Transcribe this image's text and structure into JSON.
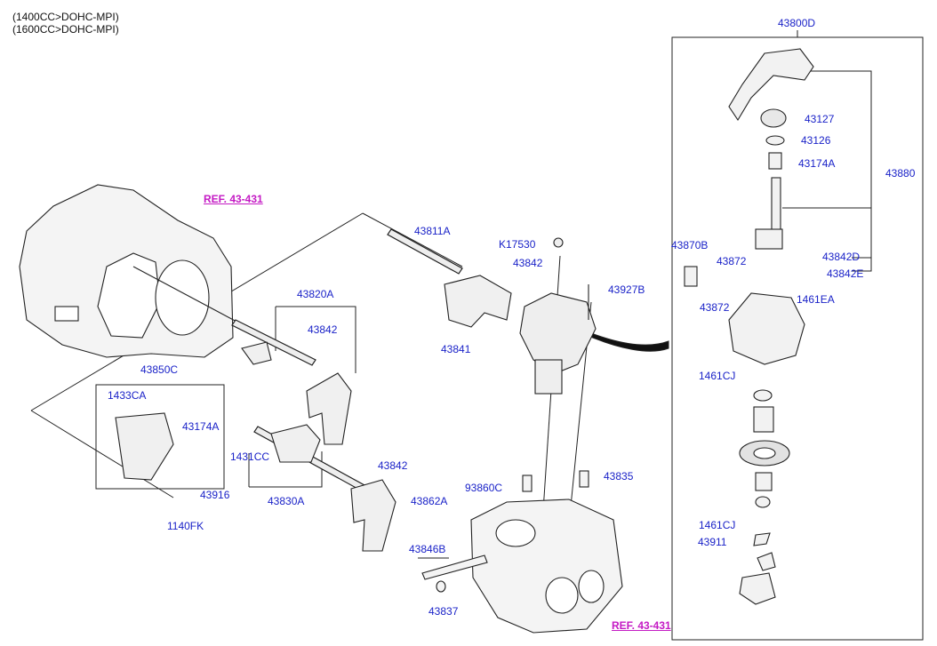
{
  "header": {
    "line1": "(1400CC>DOHC-MPI)",
    "line2": "(1600CC>DOHC-MPI)"
  },
  "refs": {
    "top": "REF. 43-431",
    "bottom": "REF. 43-431"
  },
  "labels": {
    "p43800D": "43800D",
    "p43127": "43127",
    "p43126": "43126",
    "p43174A_right": "43174A",
    "p43880": "43880",
    "p43870B": "43870B",
    "p43872_top": "43872",
    "p43872_bottom": "43872",
    "p43842D": "43842D",
    "p43842E": "43842E",
    "p1461EA": "1461EA",
    "p1461CJ_top": "1461CJ",
    "p1461CJ_bottom": "1461CJ",
    "p43911": "43911",
    "p43811A": "43811A",
    "pK17530": "K17530",
    "p43842_a": "43842",
    "p43927B": "43927B",
    "p43841": "43841",
    "p43820A": "43820A",
    "p43842_b": "43842",
    "p43850C": "43850C",
    "p1433CA": "1433CA",
    "p43174A_left": "43174A",
    "p43916": "43916",
    "p1140FK": "1140FK",
    "p1431CC": "1431CC",
    "p43830A": "43830A",
    "p43842_c": "43842",
    "p43862A": "43862A",
    "p93860C": "93860C",
    "p43835": "43835",
    "p43846B": "43846B",
    "p43837": "43837"
  }
}
